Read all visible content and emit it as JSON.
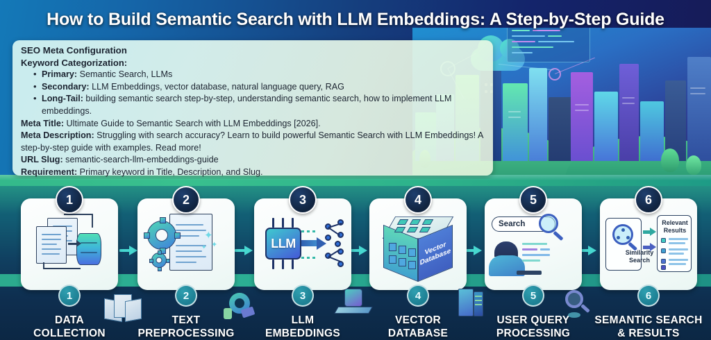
{
  "title": "How to Build Semantic Search with LLM Embeddings: A Step-by-Step Guide",
  "seo_panel": {
    "heading": "SEO Meta Configuration",
    "keyword_heading": "Keyword Categorization:",
    "keywords": [
      {
        "label": "Primary:",
        "value": "Semantic Search, LLMs"
      },
      {
        "label": "Secondary:",
        "value": "LLM Embeddings, vector database, natural language query, RAG"
      },
      {
        "label": "Long-Tail:",
        "value": "building semantic search step-by-step, understanding semantic search, how to implement LLM embeddings."
      }
    ],
    "fields": [
      {
        "label": "Meta Title:",
        "value": "Ultimate Guide to Semantic Search with LLM Embeddings [2026]."
      },
      {
        "label": "Meta Description:",
        "value": "Struggling with search accuracy? Learn to build powerful Semantic Search with LLM Embeddings! A step-by-step guide with examples. Read more!"
      },
      {
        "label": "URL Slug:",
        "value": "semantic-search-llm-embeddings-guide"
      },
      {
        "label": "Requirement:",
        "value": "Primary keyword in Title, Description, and Slug."
      }
    ]
  },
  "steps": [
    {
      "number": "1",
      "caption_line1": "DATA",
      "caption_line2": "COLLECTION"
    },
    {
      "number": "2",
      "caption_line1": "TEXT",
      "caption_line2": "PREPROCESSING"
    },
    {
      "number": "3",
      "caption_line1": "LLM",
      "caption_line2": "EMBEDDINGS"
    },
    {
      "number": "4",
      "caption_line1": "VECTOR",
      "caption_line2": "DATABASE"
    },
    {
      "number": "5",
      "caption_line1": "USER QUERY",
      "caption_line2": "PROCESSING"
    },
    {
      "number": "6",
      "caption_line1": "SEMANTIC SEARCH",
      "caption_line2": "& RESULTS"
    }
  ],
  "icon_labels": {
    "llm_chip": "LLM",
    "vector_cube_line1": "Vector",
    "vector_cube_line2": "Database",
    "search_placeholder": "Search",
    "similarity_line1": "Similarity",
    "similarity_line2": "Search",
    "results_line1": "Relevant",
    "results_line2": "Results"
  },
  "colors": {
    "header_blue": "#1565a8",
    "header_navy": "#161a56",
    "green_band": "#34b98b",
    "lower_teal": "#16707e",
    "lower_navy": "#0c2744",
    "badge_navy": "#11243f",
    "arrow_teal": "#47d8d0",
    "panel_mint": "#d6f5f3"
  }
}
